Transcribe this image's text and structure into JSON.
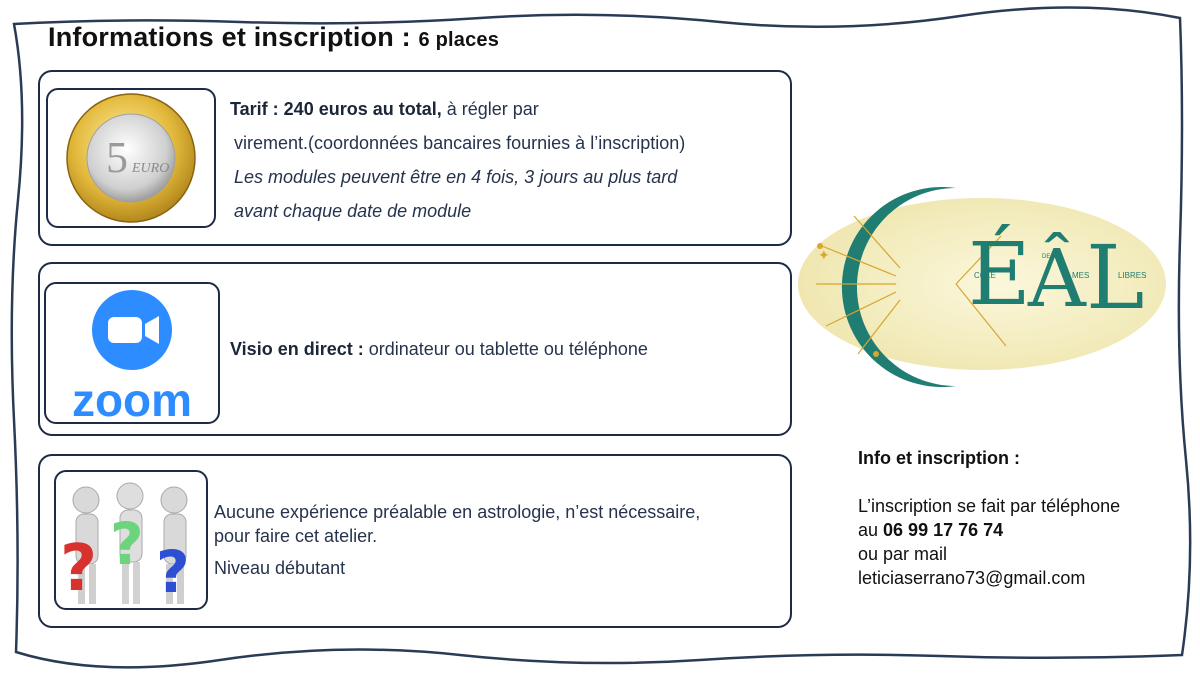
{
  "title": {
    "main": "Informations et inscription",
    "sep": ":",
    "count": "6 places"
  },
  "tarif": {
    "bold": "Tarif : 240 euros au total,",
    "rest": " à régler par",
    "line2": "virement.(coordonnées bancaires fournies à l’inscription)",
    "line3": "Les modules peuvent être en 4 fois, 3 jours au plus tard",
    "line4": "avant chaque date de module"
  },
  "coin": {
    "label": "5",
    "euro": "EURO"
  },
  "visio": {
    "bold": "Visio en direct :",
    "rest": " ordinateur ou tablette ou téléphone"
  },
  "zoom": {
    "logo_text": "zoom"
  },
  "niveau": {
    "line1": "Aucune expérience préalable en astrologie, n’est nécessaire,",
    "line2": "pour faire cet atelier.",
    "line3": "Niveau débutant"
  },
  "logo": {
    "e": "É",
    "a": "Â",
    "l": "L",
    "cole": "COLE",
    "des": "DES",
    "mes": "MES",
    "libres": "LIBRES"
  },
  "contact": {
    "heading": "Info et inscription :",
    "line1": "L’inscription se fait par téléphone",
    "au": "au ",
    "phone": "06 99 17 76 74",
    "mail_label": "ou par mail",
    "email": "leticiaserrano73@gmail.com"
  },
  "colors": {
    "accent_teal": "#1f7d72",
    "zoom_blue": "#2d8cff",
    "border": "#1d2b44"
  }
}
